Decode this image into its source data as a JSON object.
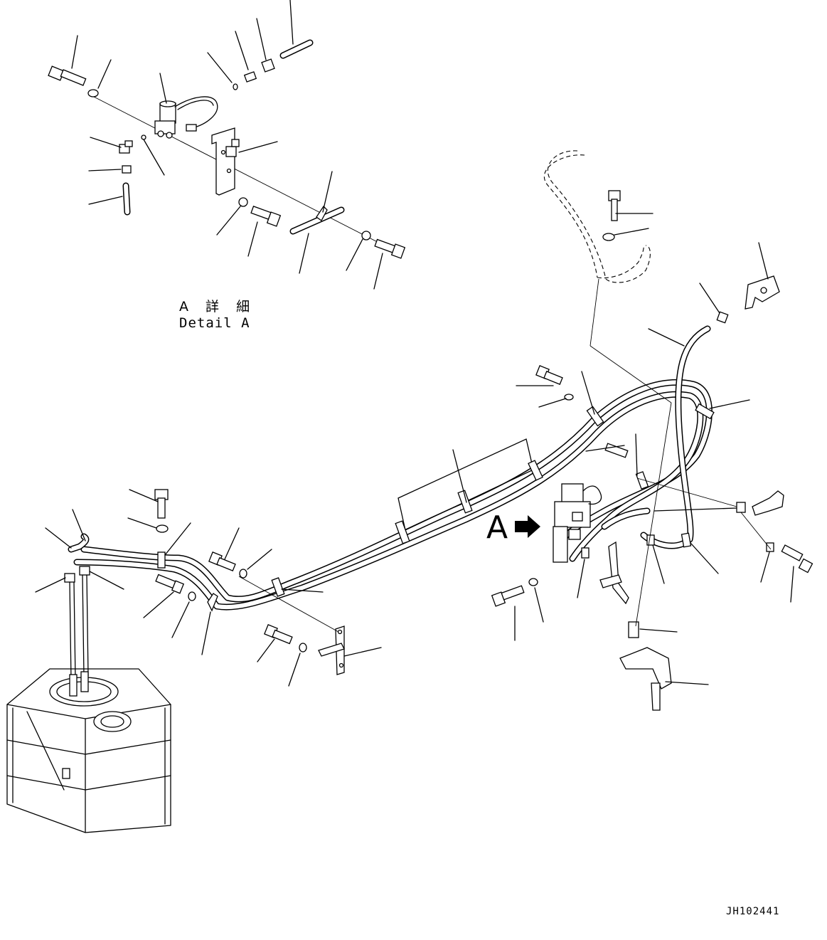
{
  "detail": {
    "title_jp": "A 詳 細",
    "title_en": "Detail A"
  },
  "view_marker": "A",
  "drawing_number": "JH102441"
}
